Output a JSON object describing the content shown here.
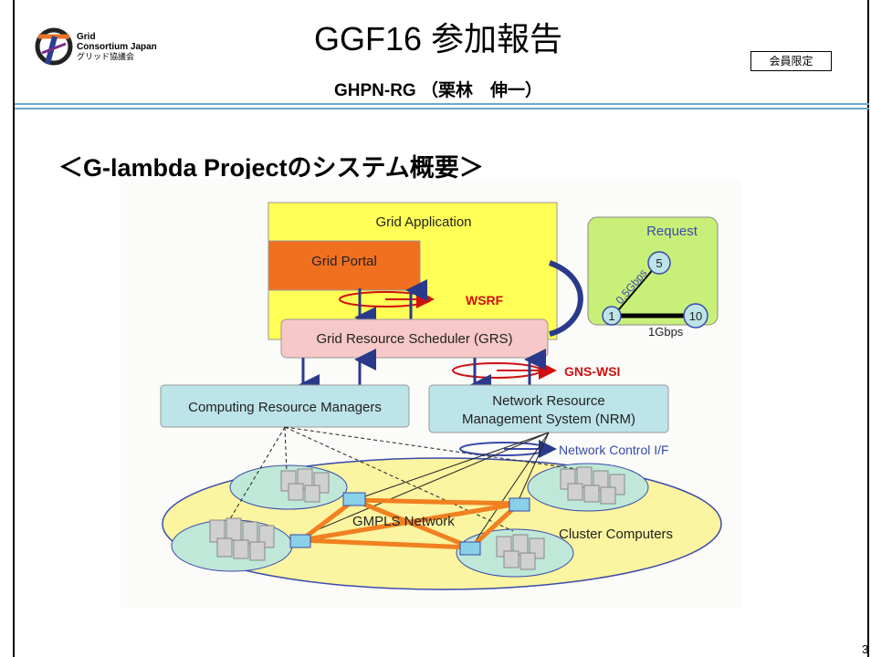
{
  "header": {
    "logo_line1": "Grid",
    "logo_line2": "Consortium Japan",
    "logo_line3": "グリッド協議会",
    "title": "GGF16 参加報告",
    "subtitle": "GHPN-RG （栗林　伸一）",
    "badge": "会員限定"
  },
  "slide": {
    "heading": "＜G-lambda Projectのシステム概要＞",
    "page_number": "3"
  },
  "diagram": {
    "grid_application": "Grid Application",
    "grid_portal": "Grid Portal",
    "wsrf": "WSRF",
    "grs": "Grid Resource Scheduler (GRS)",
    "gns_wsi": "GNS-WSI",
    "crm": "Computing Resource Managers",
    "nrm_line1": "Network Resource",
    "nrm_line2": "Management System (NRM)",
    "network_control": "Network Control I/F",
    "gmpls": "GMPLS Network",
    "cluster": "Cluster Computers",
    "request": {
      "title": "Request",
      "node_a": "1",
      "node_b": "5",
      "node_c": "10",
      "link_ab": "0.5Gbps",
      "link_ac": "1Gbps"
    }
  }
}
